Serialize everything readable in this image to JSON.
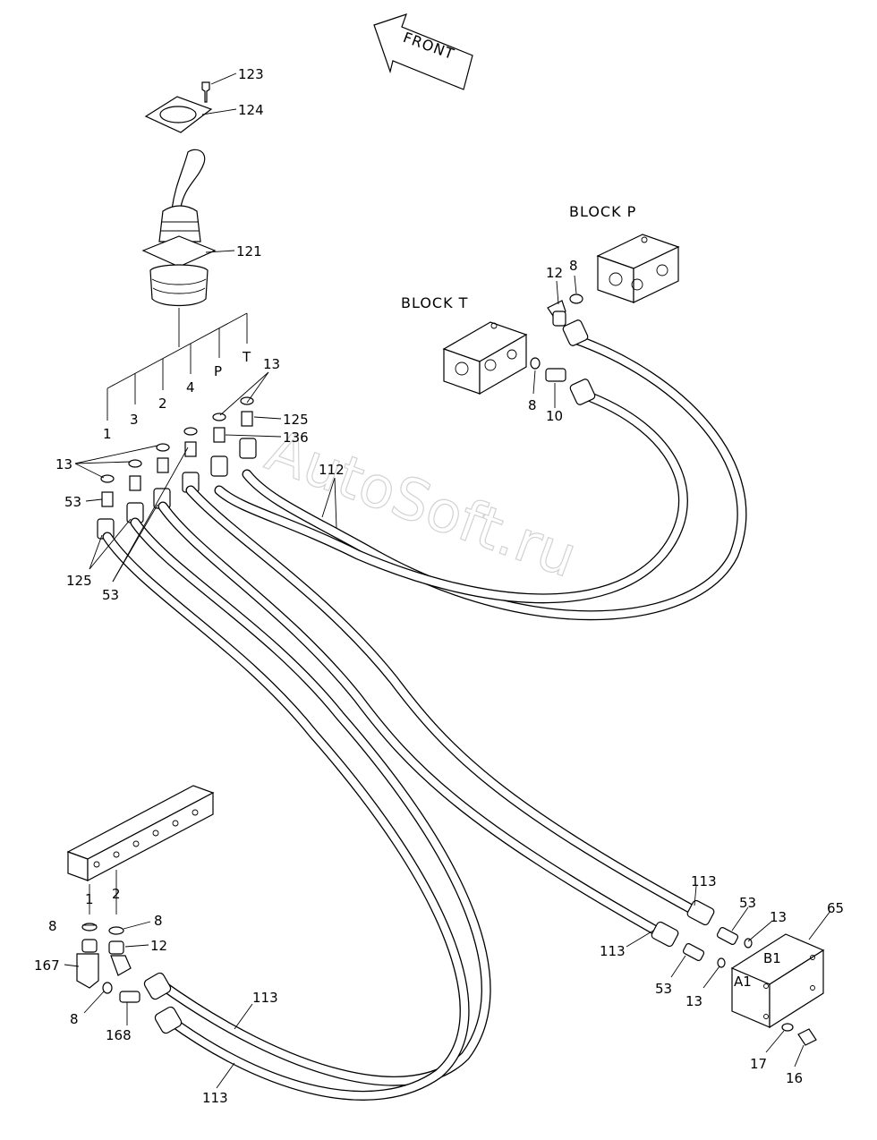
{
  "direction": {
    "label": "FRONT"
  },
  "blocks": {
    "block_p": "BLOCK P",
    "block_t": "BLOCK T"
  },
  "ports": {
    "p1": "1",
    "p2": "2",
    "p3": "3",
    "p4": "4",
    "pP": "P",
    "pT": "T",
    "m1": "1",
    "m2": "2",
    "A1": "A1",
    "B1": "B1"
  },
  "callouts": {
    "c123": "123",
    "c124": "124",
    "c121": "121",
    "c125a": "125",
    "c136": "136",
    "c13a": "13",
    "c13b": "13",
    "c53a": "53",
    "c125b": "125",
    "c53b": "53",
    "c112": "112",
    "c12a": "12",
    "c8a": "8",
    "c8b": "8",
    "c10": "10",
    "c8c": "8",
    "c8d": "8",
    "c12b": "12",
    "c167": "167",
    "c8e": "8",
    "c168": "168",
    "c113a": "113",
    "c113b": "113",
    "c113c": "113",
    "c113d": "113",
    "c53c": "53",
    "c13c": "13",
    "c53d": "53",
    "c13d": "13",
    "c65": "65",
    "c17": "17",
    "c16": "16"
  },
  "watermark": "AutoSoft.ru"
}
